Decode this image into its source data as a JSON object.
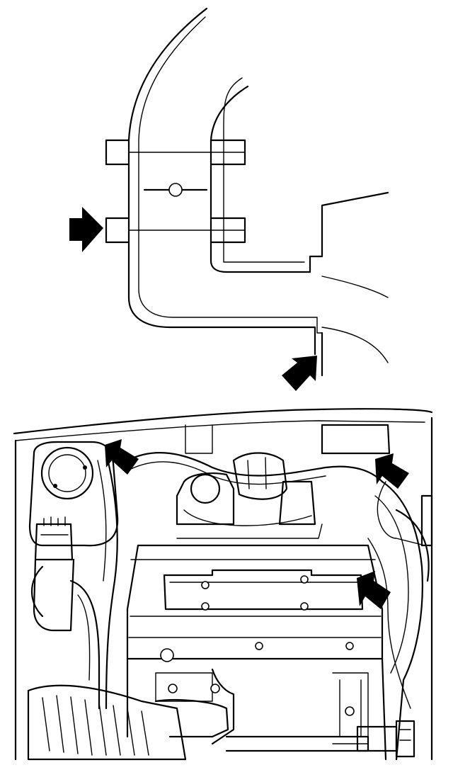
{
  "diagram": {
    "colors": {
      "line": "#000000",
      "background": "#ffffff"
    },
    "parts": [
      {
        "id": "detail-view",
        "label": ""
      },
      {
        "id": "engine-bay-view",
        "label": ""
      }
    ],
    "arrows": [
      {
        "id": "arrow-detail-left",
        "direction": "right"
      },
      {
        "id": "arrow-detail-bottom",
        "direction": "up-right"
      },
      {
        "id": "arrow-engine-top-left",
        "direction": "down-right"
      },
      {
        "id": "arrow-engine-top-right",
        "direction": "down-right"
      },
      {
        "id": "arrow-engine-right",
        "direction": "down-right"
      }
    ]
  }
}
